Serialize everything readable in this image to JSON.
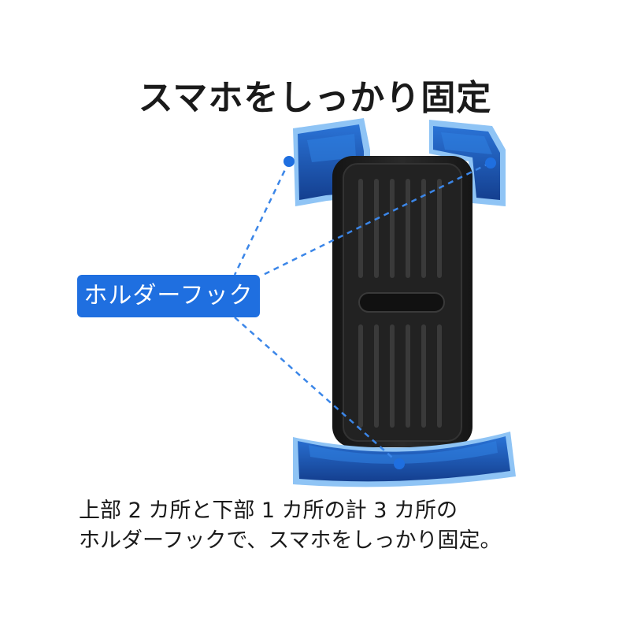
{
  "title": "スマホをしっかり固定",
  "callout": {
    "label": "ホルダーフック"
  },
  "description": {
    "line1": "上部 2 カ所と下部 1 カ所の計 3 カ所の",
    "line2": "ホルダーフックで、スマホをしっかり固定。"
  },
  "colors": {
    "hook_blue": "#1e5fbf",
    "hook_glow": "#8fc4f5",
    "pad_black": "#1c1c1c",
    "accent": "#1f6fe0"
  }
}
